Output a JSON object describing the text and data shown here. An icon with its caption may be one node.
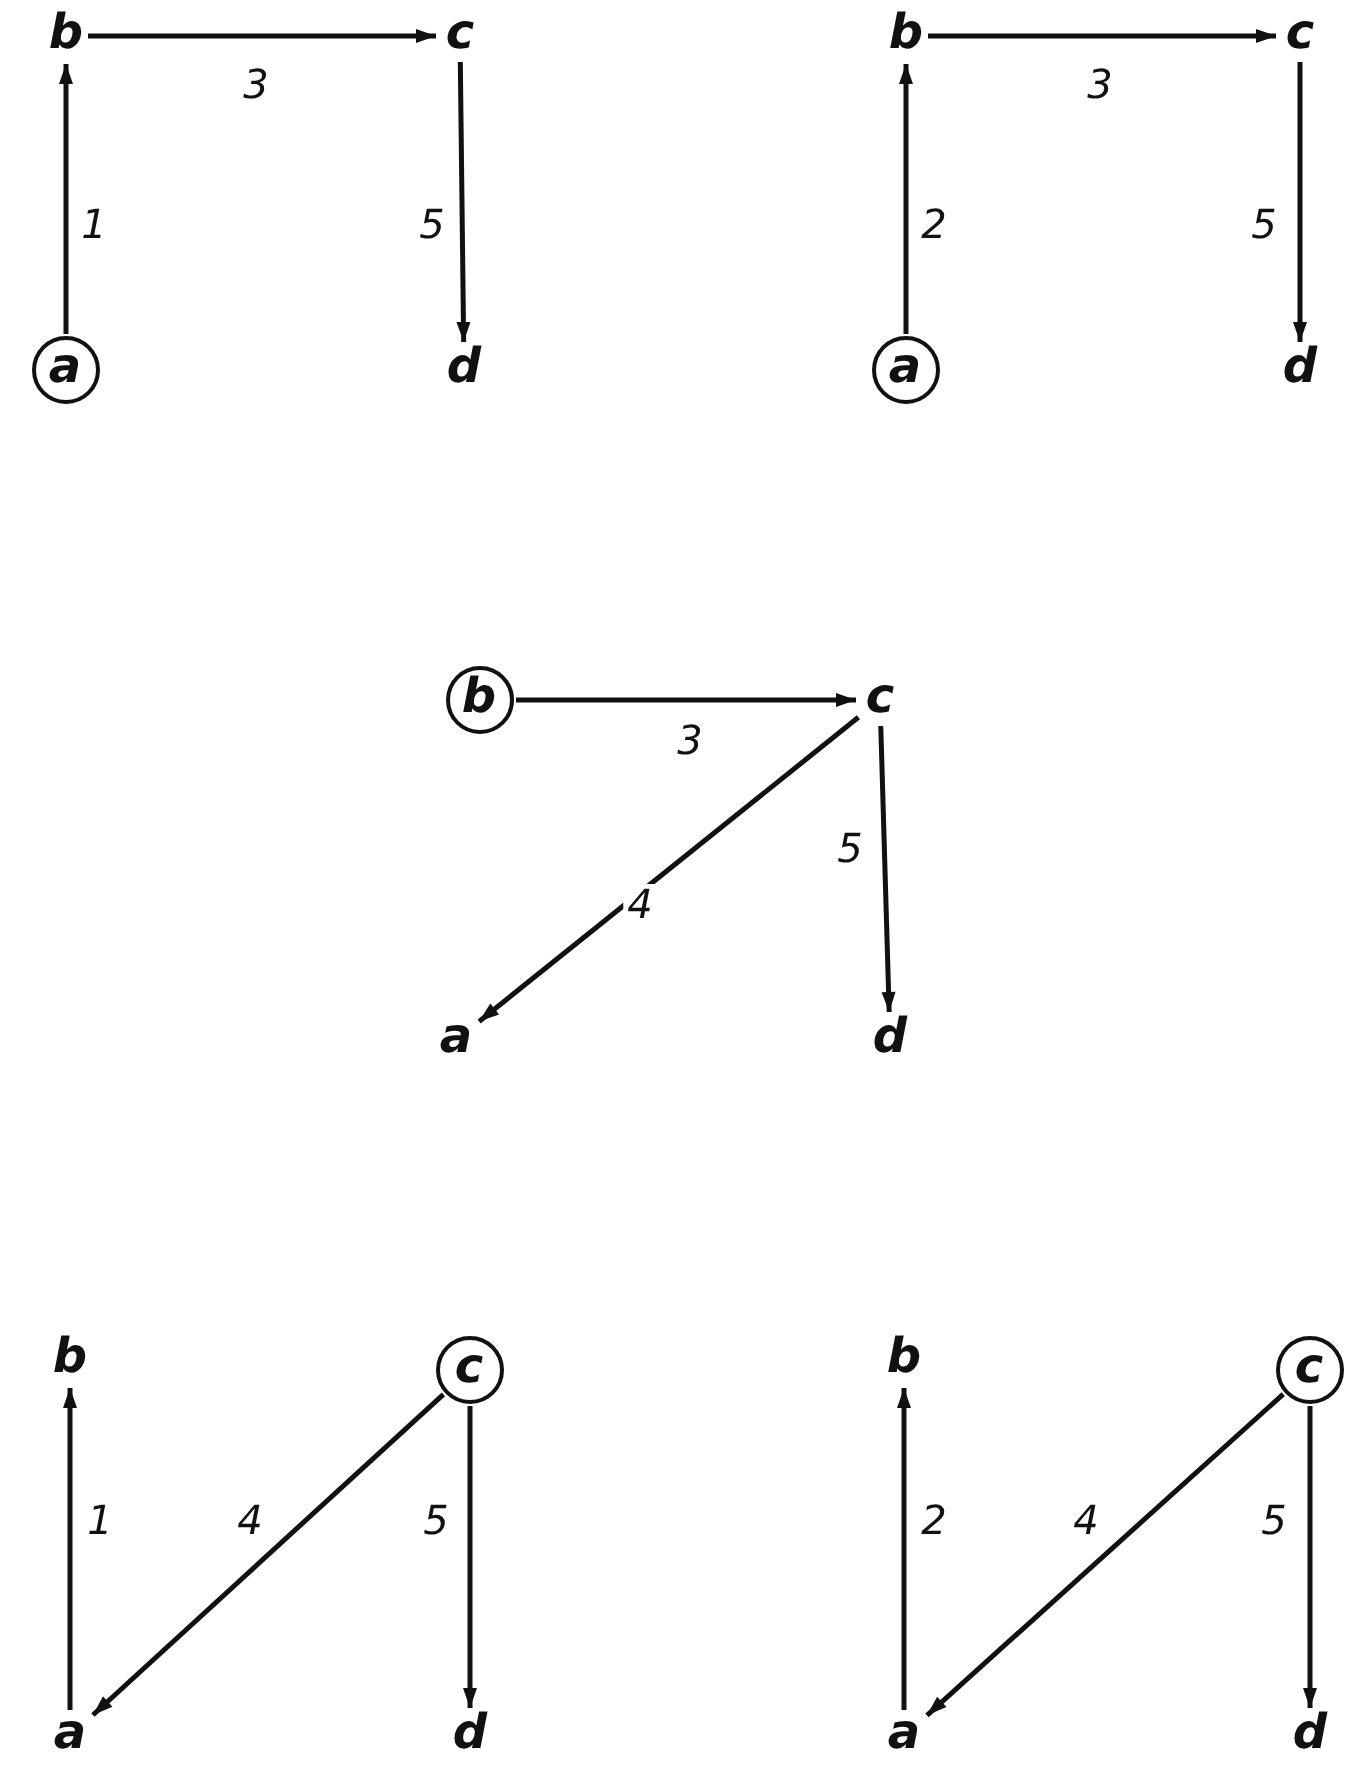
{
  "diagram": {
    "nodes": [
      {
        "text": [
          "b"
        ]
      },
      {
        "text": [
          "c"
        ]
      },
      {
        "text": [],
        "shape": "circle"
      },
      {
        "text": [
          "a"
        ],
        "in": 2
      },
      {
        "text": [
          "d"
        ]
      },
      {
        "text": [
          "b"
        ]
      },
      {
        "text": [
          "c"
        ]
      },
      {
        "text": [],
        "shape": "circle"
      },
      {
        "text": [
          "a"
        ],
        "in": 7
      },
      {
        "text": [
          "d"
        ]
      },
      {
        "text": [],
        "shape": "circle"
      },
      {
        "text": [
          "b"
        ],
        "in": 10
      },
      {
        "text": [
          "c"
        ]
      },
      {
        "text": [
          "a"
        ]
      },
      {
        "text": [
          "d"
        ]
      },
      {
        "text": [
          "b"
        ]
      },
      {
        "text": [],
        "shape": "circle"
      },
      {
        "text": [
          "c"
        ],
        "in": 16
      },
      {
        "text": [
          "a"
        ]
      },
      {
        "text": [
          "d"
        ]
      },
      {
        "text": [
          "b"
        ]
      },
      {
        "text": [],
        "shape": "circle"
      },
      {
        "text": [
          "c"
        ],
        "in": 21
      },
      {
        "text": [
          "a"
        ]
      },
      {
        "text": [
          "d"
        ]
      }
    ],
    "edges": [
      {
        "from": 2,
        "to": 0,
        "arrow": "to",
        "label": "1"
      },
      {
        "from": 0,
        "to": 1,
        "arrow": "to",
        "label": "3"
      },
      {
        "from": 1,
        "to": 4,
        "arrow": "to",
        "label": "5"
      },
      {
        "from": 7,
        "to": 5,
        "arrow": "to",
        "label": "2"
      },
      {
        "from": 5,
        "to": 6,
        "arrow": "to",
        "label": "3"
      },
      {
        "from": 6,
        "to": 9,
        "arrow": "to",
        "label": "5"
      },
      {
        "from": 10,
        "to": 12,
        "arrow": "to",
        "label": "3"
      },
      {
        "from": 12,
        "to": 13,
        "arrow": "to",
        "label": "4"
      },
      {
        "from": 12,
        "to": 14,
        "arrow": "to",
        "label": "5"
      },
      {
        "from": 18,
        "to": 15,
        "arrow": "to",
        "label": "1"
      },
      {
        "from": 16,
        "to": 18,
        "arrow": "to",
        "label": "4"
      },
      {
        "from": 16,
        "to": 19,
        "arrow": "to",
        "label": "5"
      },
      {
        "from": 23,
        "to": 20,
        "arrow": "to",
        "label": "2"
      },
      {
        "from": 21,
        "to": 23,
        "arrow": "to",
        "label": "4"
      },
      {
        "from": 21,
        "to": 24,
        "arrow": "to",
        "label": "5"
      }
    ]
  }
}
